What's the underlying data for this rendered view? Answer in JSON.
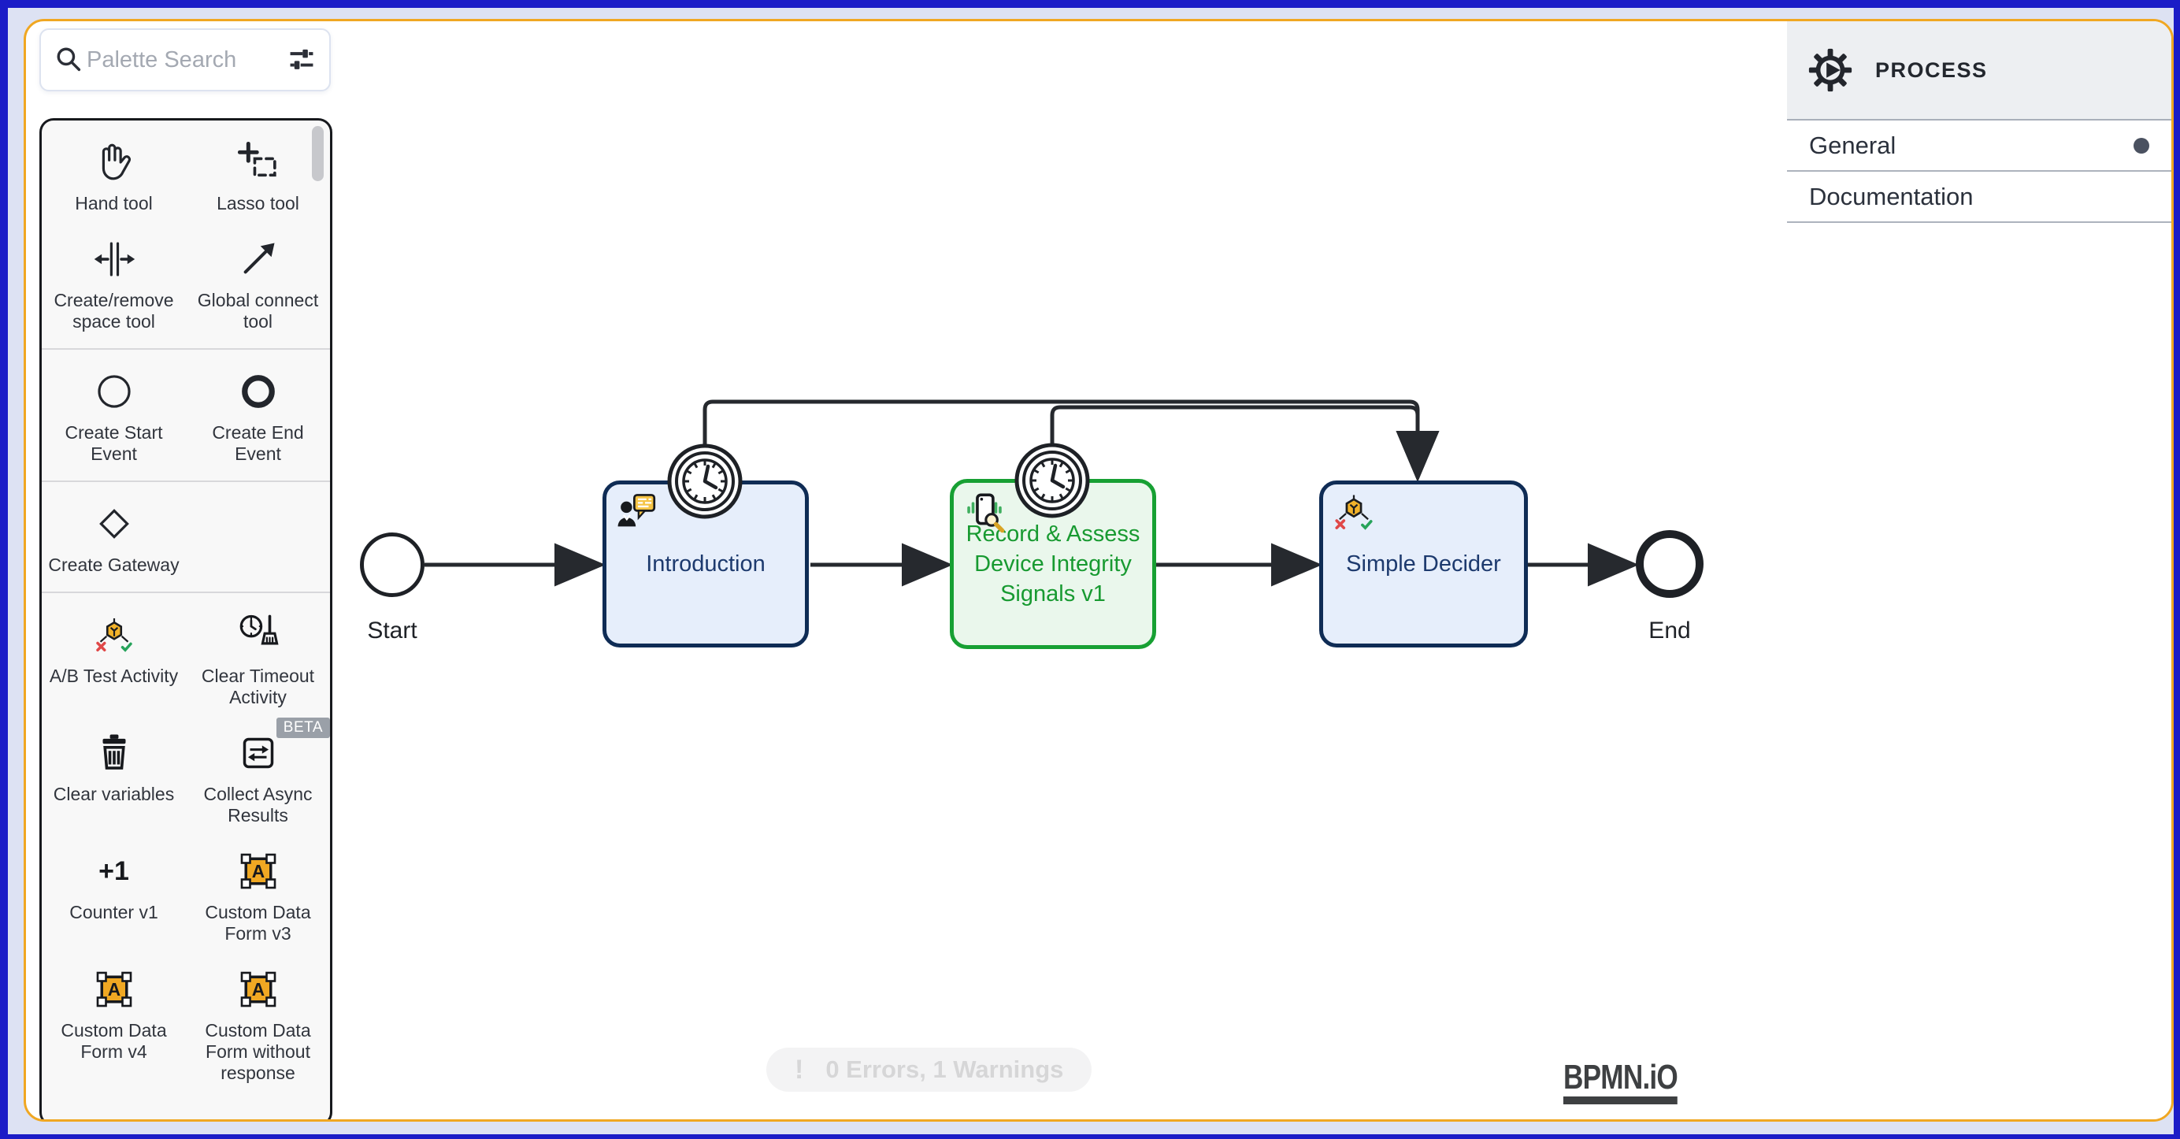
{
  "colors": {
    "window_border": "#1b1cc7",
    "frame_border": "#f0a722",
    "task_blue_fill": "#e6eefb",
    "task_blue_border": "#0f2c55",
    "task_green_fill": "#eaf7ec",
    "task_green_border": "#17a033",
    "control_button": "#f2b237",
    "palette_bg": "#f8f8f8"
  },
  "palette": {
    "search_placeholder": "Palette Search",
    "counter_glyph": "+1",
    "form_letter": "A",
    "groups": [
      {
        "items": [
          {
            "label": "Hand tool",
            "icon": "hand-icon"
          },
          {
            "label": "Lasso tool",
            "icon": "lasso-icon"
          },
          {
            "label": "Create/remove space tool",
            "icon": "space-tool-icon"
          },
          {
            "label": "Global connect tool",
            "icon": "global-connect-icon"
          }
        ]
      },
      {
        "items": [
          {
            "label": "Create Start Event",
            "icon": "start-event-icon"
          },
          {
            "label": "Create End Event",
            "icon": "end-event-icon"
          }
        ]
      },
      {
        "items": [
          {
            "label": "Create Gateway",
            "icon": "gateway-icon"
          }
        ]
      },
      {
        "items": [
          {
            "label": "A/B Test Activity",
            "icon": "ab-test-icon"
          },
          {
            "label": "Clear Timeout Activity",
            "icon": "clear-timeout-icon"
          },
          {
            "label": "Clear variables",
            "icon": "trash-icon"
          },
          {
            "label": "Collect Async Results",
            "icon": "collect-async-icon",
            "badge": "BETA"
          },
          {
            "label": "Counter v1",
            "icon": "counter-icon"
          },
          {
            "label": "Custom Data Form v3",
            "icon": "data-form-icon"
          },
          {
            "label": "Custom Data Form v4",
            "icon": "data-form-icon"
          },
          {
            "label": "Custom Data Form without response",
            "icon": "data-form-icon"
          }
        ]
      }
    ]
  },
  "properties_panel": {
    "title": "PROCESS",
    "icon": "process-gear-play-icon",
    "sections": [
      {
        "label": "General",
        "has_indicator": true
      },
      {
        "label": "Documentation",
        "has_indicator": false
      }
    ]
  },
  "diagram": {
    "start": {
      "label": "Start"
    },
    "end": {
      "label": "End"
    },
    "tasks": [
      {
        "label": "Introduction",
        "color": "blue",
        "icon": "user-comment-icon",
        "boundary_event": "timer"
      },
      {
        "label": "Record & Assess Device Integrity Signals v1",
        "color": "green",
        "icon": "device-signals-icon",
        "boundary_event": "timer"
      },
      {
        "label": "Simple Decider",
        "color": "blue",
        "icon": "ab-test-icon"
      }
    ]
  },
  "status": {
    "icon_glyph": "!",
    "text": "0 Errors, 1 Warnings"
  },
  "canvas_logo": {
    "text": "BPMN.iO"
  },
  "canvas_controls": [
    {
      "icon": "fit-viewport-icon"
    },
    {
      "icon": "zoom-in-icon"
    },
    {
      "icon": "zoom-out-icon"
    },
    {
      "icon": "export-icon"
    }
  ]
}
